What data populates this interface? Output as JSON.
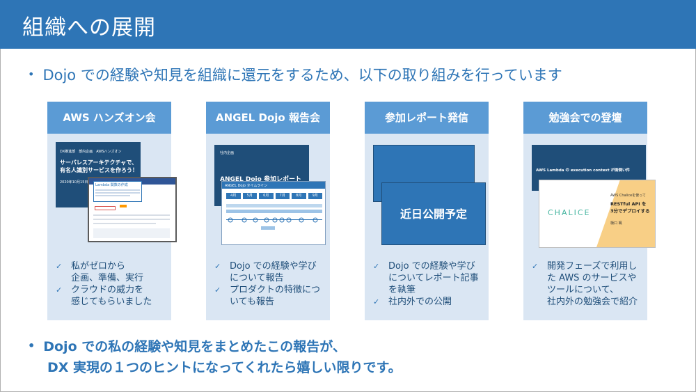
{
  "title": "組織への展開",
  "intro": "Dojo での経験や知見を組織に還元をするため、以下の取り組みを行っています",
  "cards": [
    {
      "heading": "AWS ハンズオン会",
      "thumb": {
        "org": "DX推進部　部内企画　AWSハンズオン",
        "headline1": "サーバレスアーキテクチャで、",
        "headline2": "有名人識別サービスを作ろう！",
        "date": "2020年10月15日",
        "screen_title": "Lambda 関数の作成"
      },
      "bullets": [
        "私がゼロから\n企画、準備、実行",
        "クラウドの威力を\n感じてもらいました"
      ]
    },
    {
      "heading": "ANGEL Dojo 報告会",
      "thumb": {
        "label": "社内企画",
        "headline": "ANGEL Dojo 参加レポート",
        "timeline_title": "ANGEL Dojo タイムライン",
        "months": [
          "4月",
          "5月",
          "6月",
          "7月",
          "8月",
          "9月"
        ]
      },
      "bullets": [
        "Dojo での経験や学び\nについて報告",
        "プロダクトの特徴につ\nいても報告"
      ]
    },
    {
      "heading": "参加レポート発信",
      "thumb": {
        "coming_soon": "近日公開予定"
      },
      "bullets": [
        "Dojo での経験や学び\nについてレポート記事\nを執筆",
        "社内外での公開"
      ]
    },
    {
      "heading": "勉強会での登壇",
      "thumb": {
        "headline": "AWS Lambda の execution context が面倒い件",
        "logo": "CHALICE",
        "lead": "AWS Chaliceを使って",
        "strong1": "RESTful API を",
        "strong2": "3分でデプロイする",
        "author": "樋口 颯"
      },
      "bullets": [
        "開発フェーズで利用し\nた AWS のサービスや\nツールについて、\n社内外の勉強会で紹介"
      ]
    }
  ],
  "closing": {
    "line1": "Dojo での私の経験や知見をまとめたこの報告が、",
    "line2": "DX 実現の１つのヒントになってくれたら嬉しい限りです。"
  },
  "colors": {
    "header": "#2e75b6",
    "card_head": "#5b9bd5",
    "card_bg": "#dae6f3",
    "text": "#2e75b6"
  }
}
